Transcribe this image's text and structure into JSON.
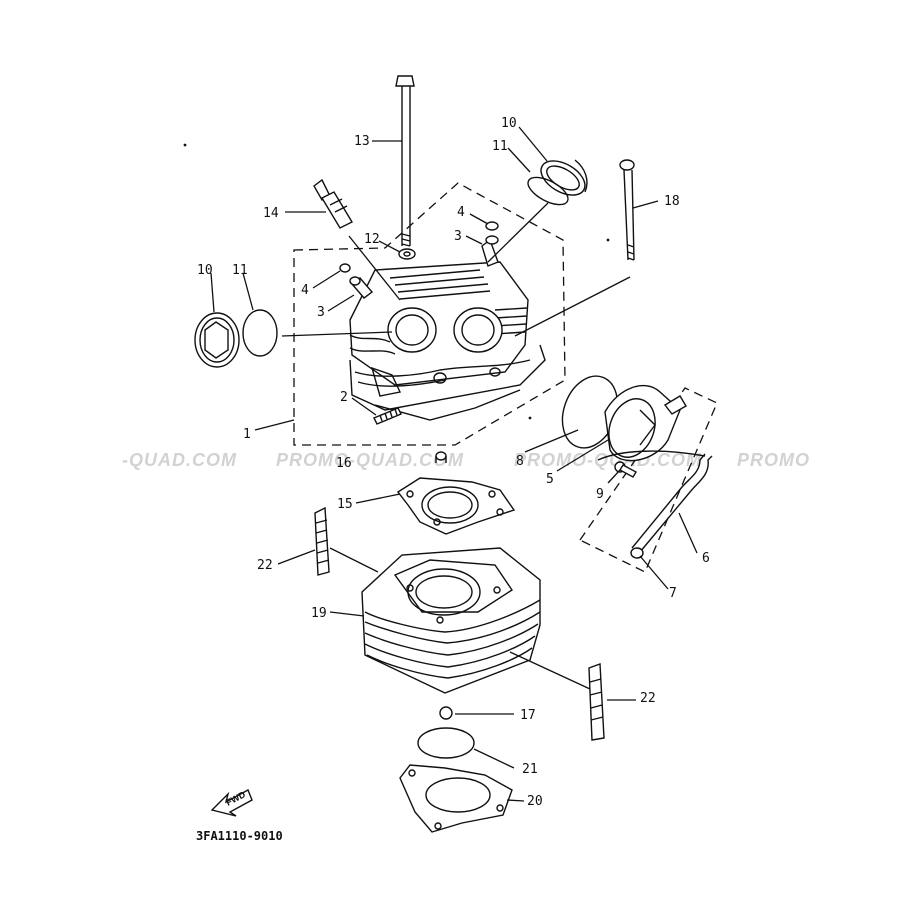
{
  "watermarks": [
    "-QUAD.COM",
    "PROMO-QUAD.COM",
    "PROMO-QUAD.COM",
    "PROMO"
  ],
  "drawing_code": "3FA1110-9010",
  "fwd_label": "FWD",
  "callouts": {
    "c1": "1",
    "c2": "2",
    "c3a": "3",
    "c3b": "3",
    "c4a": "4",
    "c4b": "4",
    "c5": "5",
    "c6": "6",
    "c7": "7",
    "c8": "8",
    "c9": "9",
    "c10a": "10",
    "c10b": "10",
    "c11a": "11",
    "c11b": "11",
    "c12": "12",
    "c13": "13",
    "c14": "14",
    "c15": "15",
    "c16": "16",
    "c17": "17",
    "c18": "18",
    "c19": "19",
    "c20": "20",
    "c21": "21",
    "c22a": "22",
    "c22b": "22"
  }
}
